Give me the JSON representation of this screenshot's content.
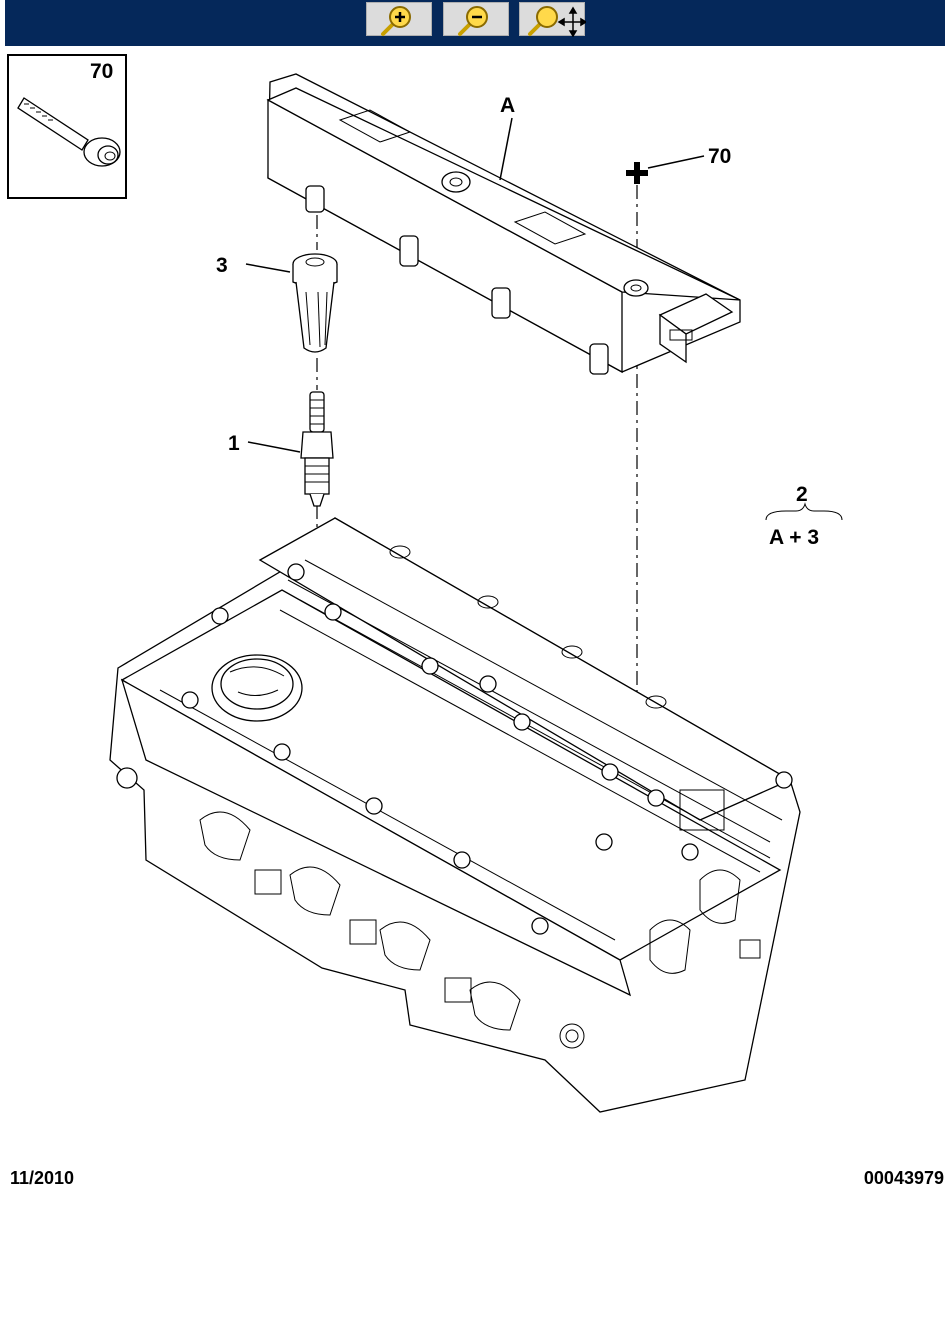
{
  "toolbar": {
    "background": "#05285a",
    "buttons": [
      {
        "icon": "zoom-in-icon"
      },
      {
        "icon": "zoom-out-icon"
      },
      {
        "icon": "zoom-pan-icon"
      }
    ]
  },
  "inset": {
    "label": "70"
  },
  "callouts": {
    "A": "A",
    "torque": "70",
    "part_3": "3",
    "part_1": "1",
    "kit_number": "2",
    "kit_contents": "A + 3"
  },
  "footer": {
    "date": "11/2010",
    "ref": "00043979"
  }
}
